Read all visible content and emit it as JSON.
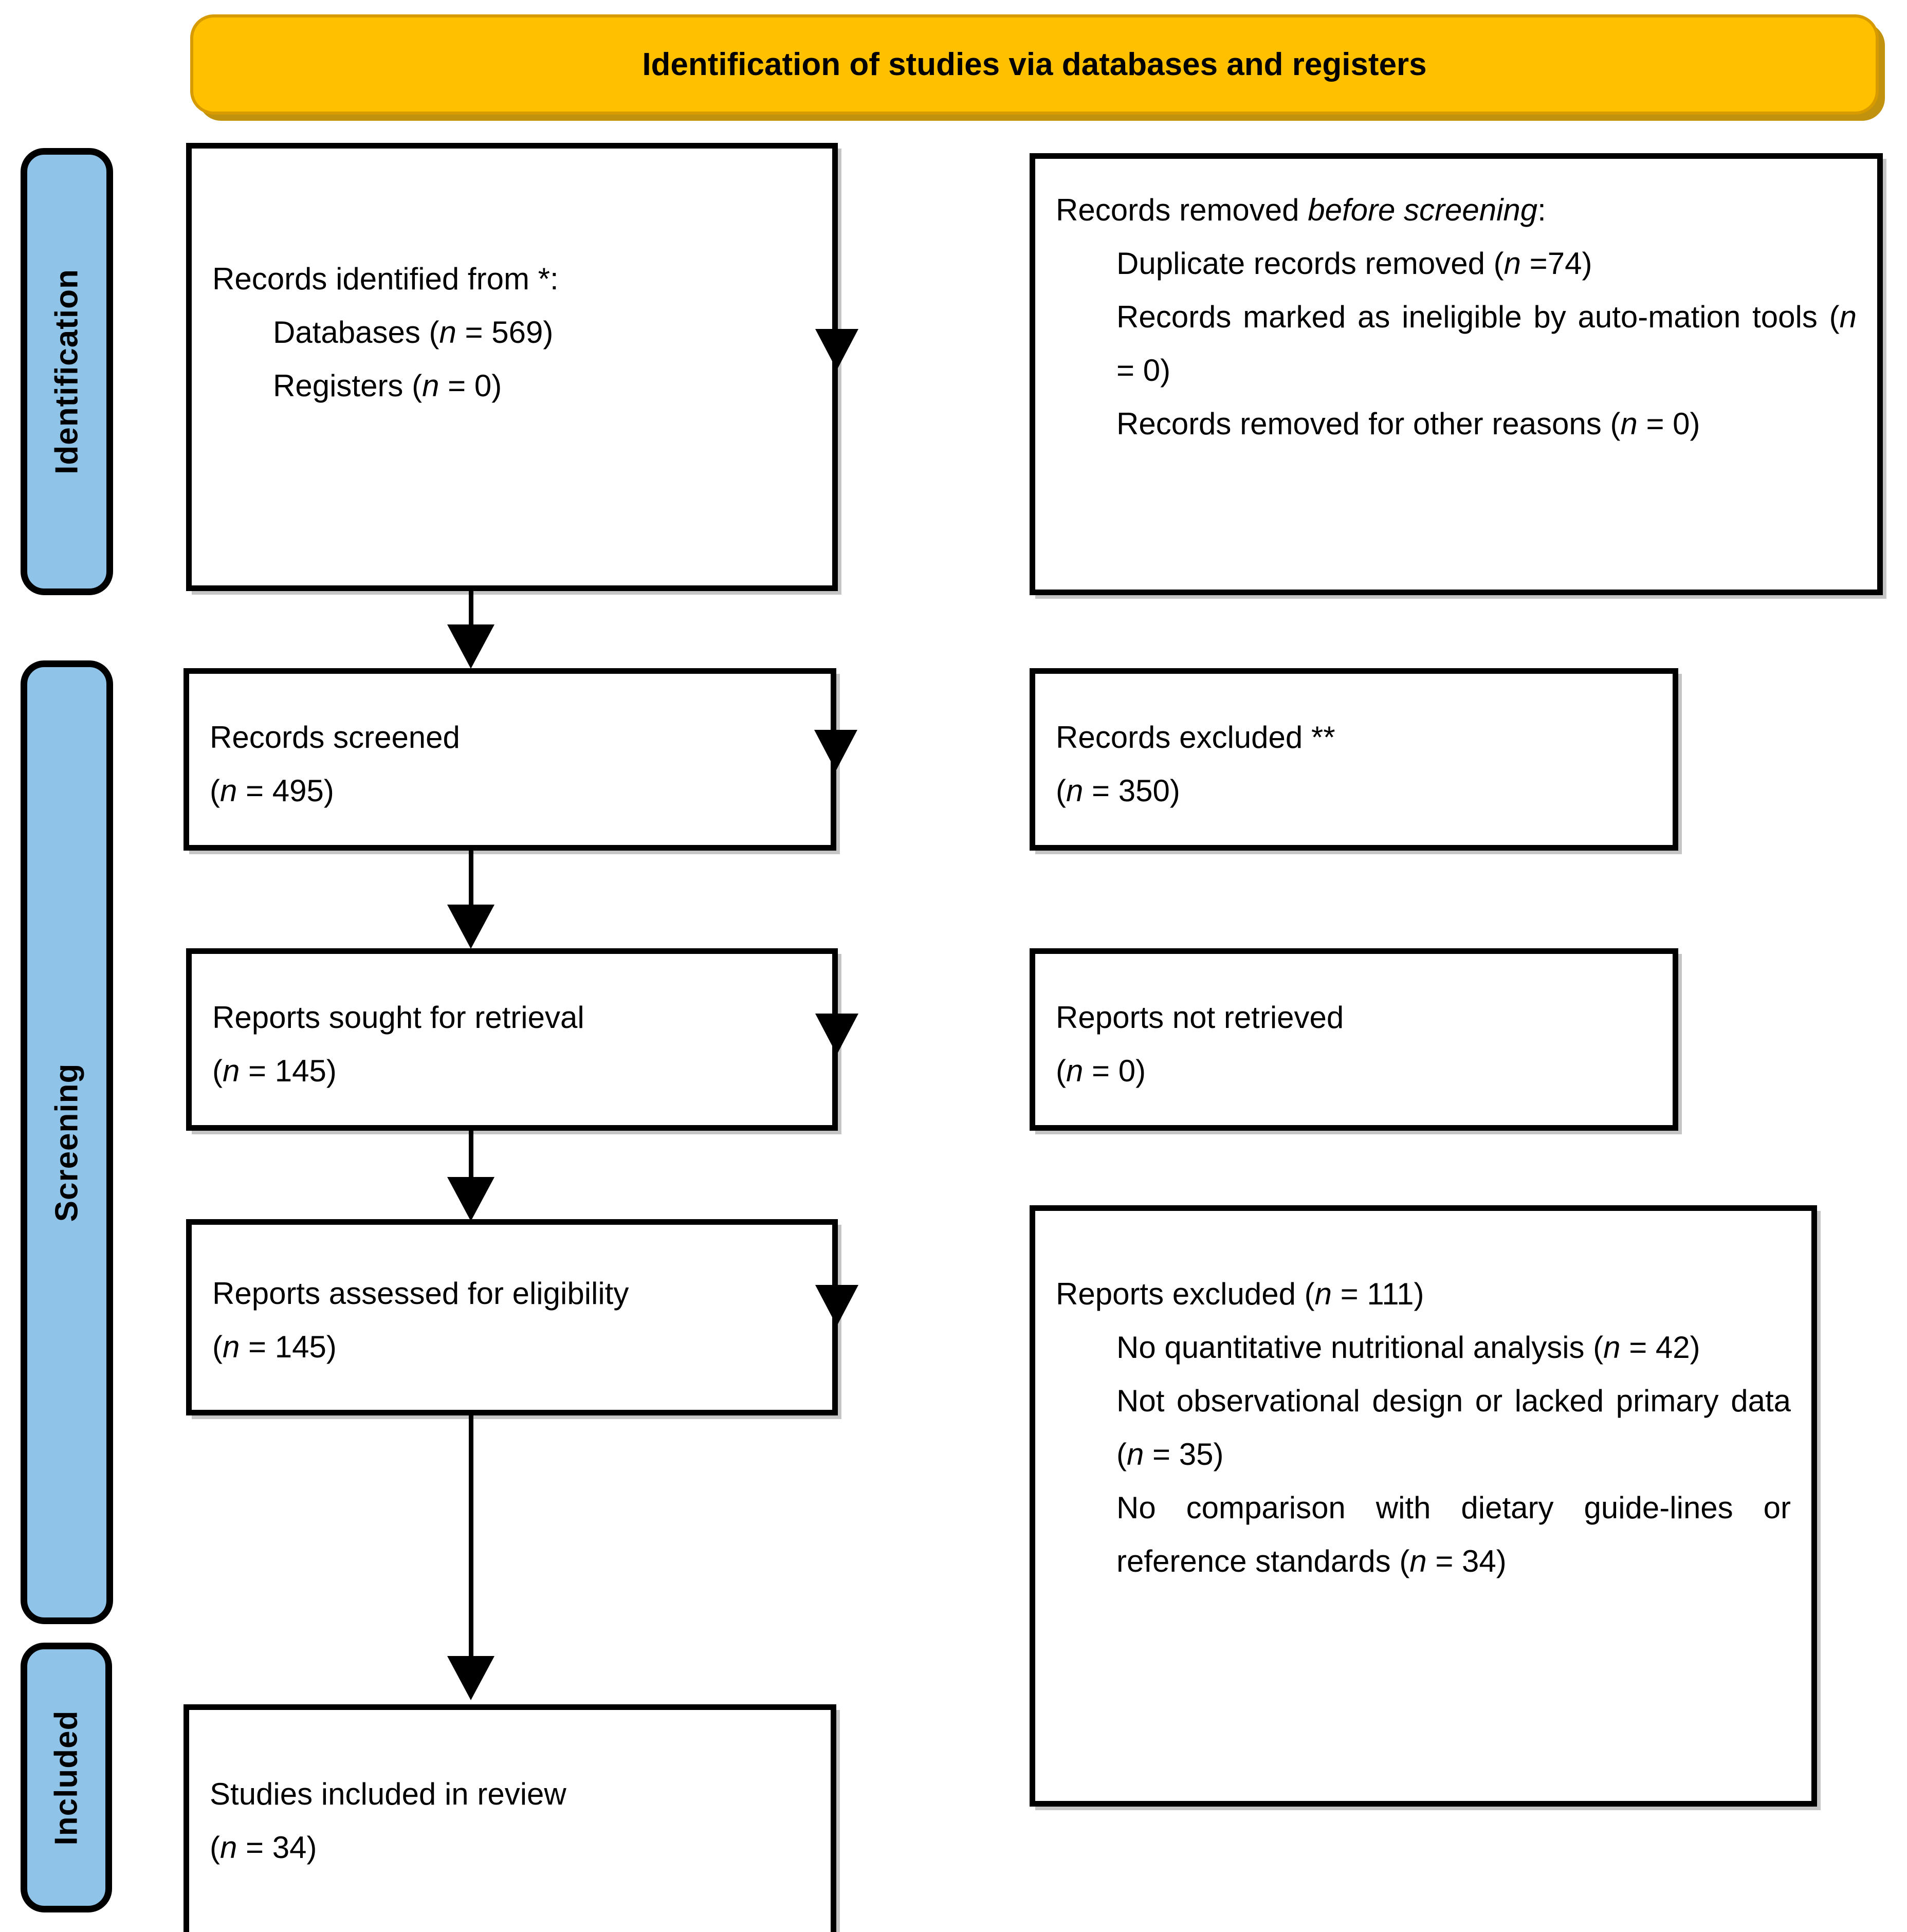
{
  "banner": {
    "title": "Identification of studies via databases and registers"
  },
  "stages": [
    {
      "id": "identification",
      "label": "Identification"
    },
    {
      "id": "screening",
      "label": "Screening"
    },
    {
      "id": "included",
      "label": "Included"
    }
  ],
  "boxes": {
    "identified": {
      "line1": "Records identified from *:",
      "line2_label": "Databases (",
      "line2_n": "n",
      "line2_val": " = 569)",
      "line3_label": "Registers (",
      "line3_n": "n",
      "line3_val": " = 0)"
    },
    "removed": {
      "line1_a": "Records removed ",
      "line1_b": "before screening",
      "line1_c": ":",
      "line2_a": "Duplicate records removed (",
      "line2_n": "n",
      "line2_b": " =74)",
      "line3_a": "Records marked as ineligible by auto-mation tools (",
      "line3_n": "n",
      "line3_b": " = 0)",
      "line4_a": "Records removed for other reasons (",
      "line4_n": "n",
      "line4_b": " = 0)"
    },
    "screened": {
      "line1": "Records screened",
      "line2_a": "(",
      "line2_n": "n",
      "line2_b": " = 495)"
    },
    "excluded": {
      "line1": "Records excluded **",
      "line2_a": "(",
      "line2_n": "n",
      "line2_b": " = 350)"
    },
    "sought": {
      "line1": "Reports sought for retrieval",
      "line2_a": "(",
      "line2_n": "n",
      "line2_b": " = 145)"
    },
    "notretrieved": {
      "line1": "Reports not retrieved",
      "line2_a": "(",
      "line2_n": "n",
      "line2_b": " = 0)"
    },
    "assessed": {
      "line1": "Reports assessed for eligibility",
      "line2_a": "(",
      "line2_n": "n",
      "line2_b": " = 145)"
    },
    "repexcluded": {
      "line1_a": "Reports excluded (",
      "line1_n": "n",
      "line1_b": " = 111)",
      "line2_a": "No quantitative nutritional analysis (",
      "line2_n": "n",
      "line2_b": " = 42)",
      "line3_a": "Not observational design or lacked primary data (",
      "line3_n": "n",
      "line3_b": " = 35)",
      "line4_a": "No comparison with dietary guide-lines or reference standards (",
      "line4_n": "n",
      "line4_b": " = 34)"
    },
    "included": {
      "line1": "Studies included in review",
      "line2_a": "(",
      "line2_n": "n",
      "line2_b": " = 34)"
    }
  },
  "colors": {
    "banner_fill": "#FFC000",
    "banner_border": "#D79B00",
    "stage_fill": "#8FC3E8",
    "box_border": "#000000",
    "box_fill": "#FFFFFF"
  }
}
